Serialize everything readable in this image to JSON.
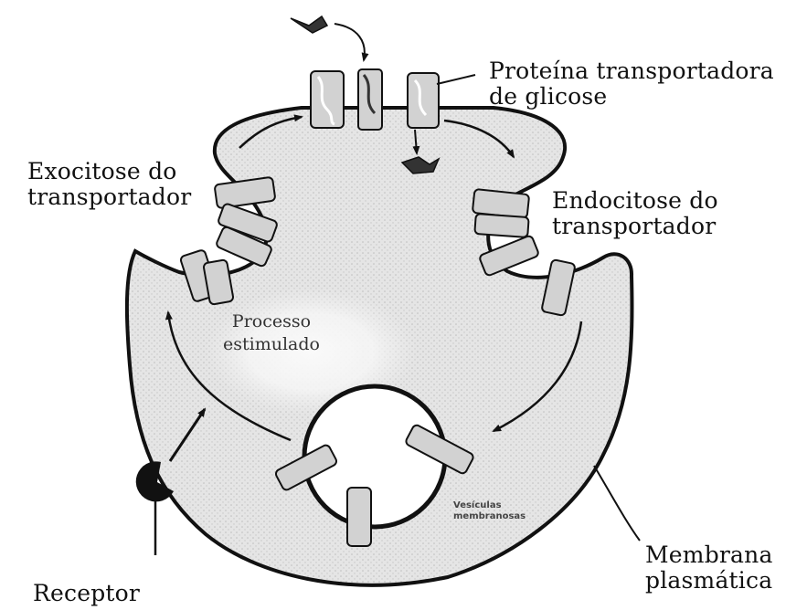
{
  "diagram": {
    "labels": {
      "glucose_transporter": [
        "Proteína transportadora",
        "de glicose"
      ],
      "exocytosis": [
        "Exocitose do",
        "transportador"
      ],
      "endocytosis": [
        "Endocitose do",
        "transportador"
      ],
      "stimulated_process": [
        "Processo",
        "estimulado"
      ],
      "vesicles": [
        "Vesículas",
        "membranosas"
      ],
      "plasma_membrane": [
        "Membrana",
        "plasmática"
      ],
      "receptor": "Receptor"
    },
    "colors": {
      "cell_fill": "#e6e6e6",
      "outline": "#111111",
      "protein_fill": "#d2d2d2",
      "highlight": "#fafafa"
    }
  }
}
